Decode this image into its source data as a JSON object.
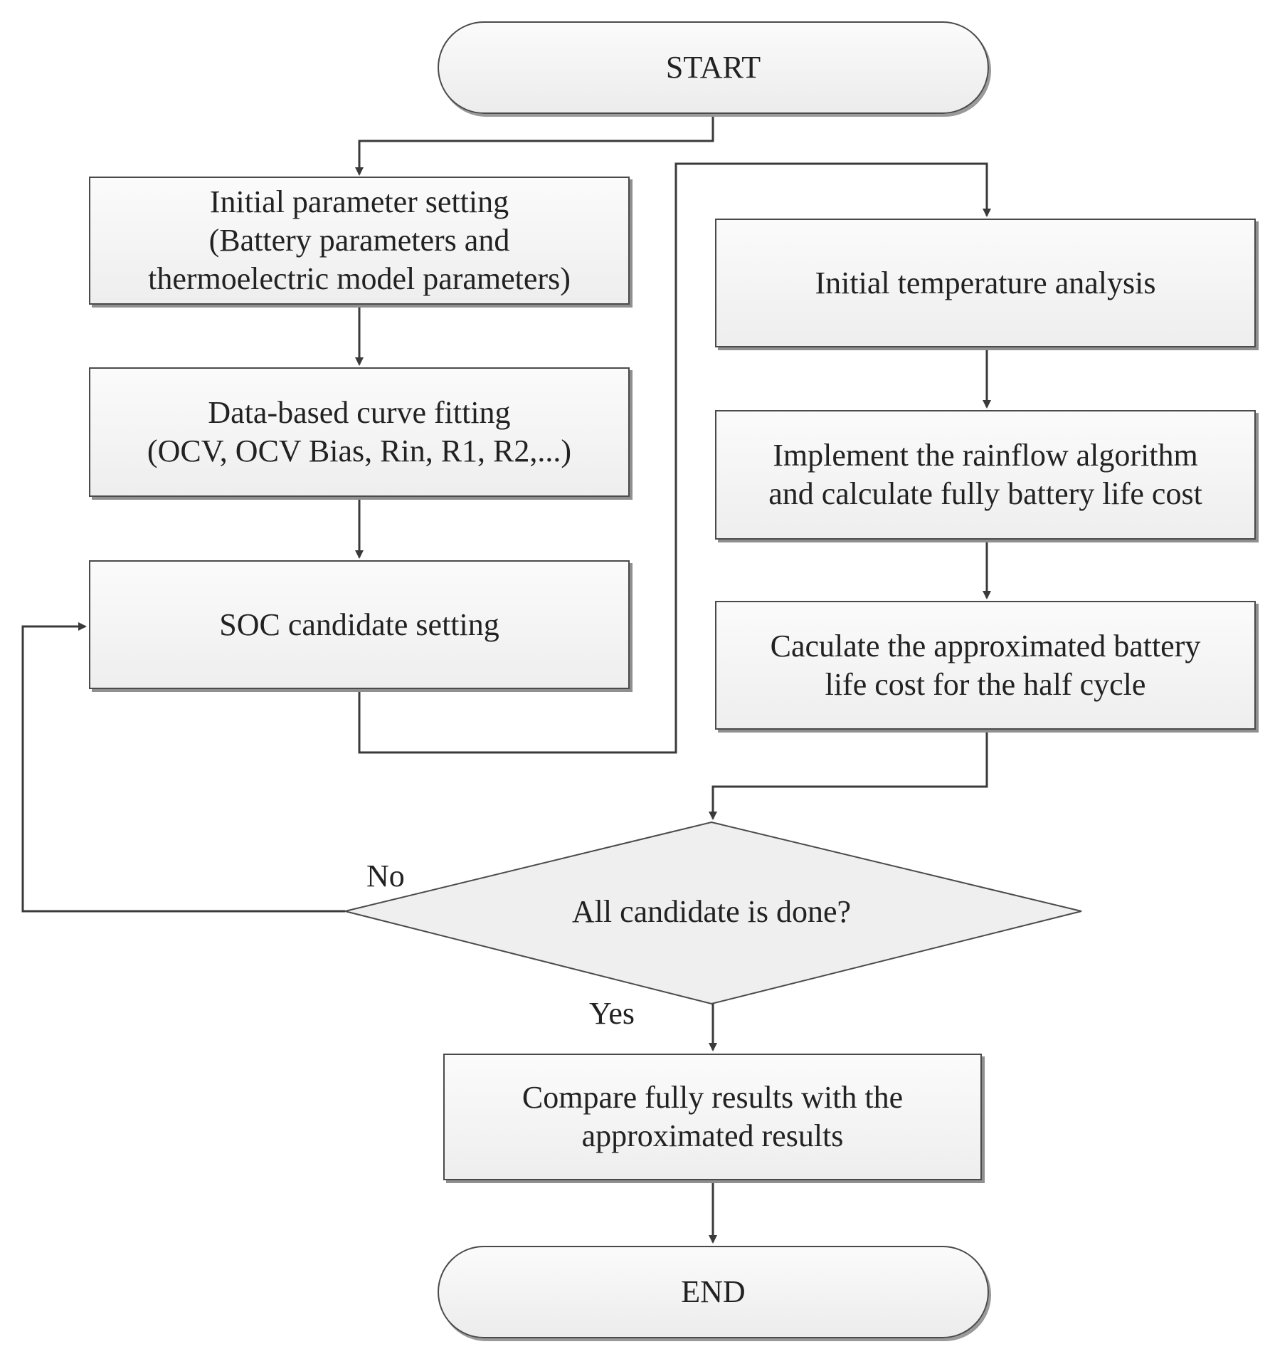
{
  "nodes": {
    "start": "START",
    "init_params": "Initial parameter setting\n(Battery parameters and\nthermoelectric model parameters)",
    "curve_fitting": "Data-based curve fitting\n(OCV, OCV Bias, Rin, R1, R2,...)",
    "soc_candidate": "SOC candidate setting",
    "init_temp": "Initial temperature analysis",
    "rainflow": "Implement the rainflow algorithm\nand calculate fully battery life cost",
    "approx_cost": "Caculate the approximated battery\nlife cost for the half cycle",
    "decision": "All candidate is done?",
    "compare": "Compare fully results with the\napproximated results",
    "end": "END"
  },
  "edge_labels": {
    "no": "No",
    "yes": "Yes"
  }
}
